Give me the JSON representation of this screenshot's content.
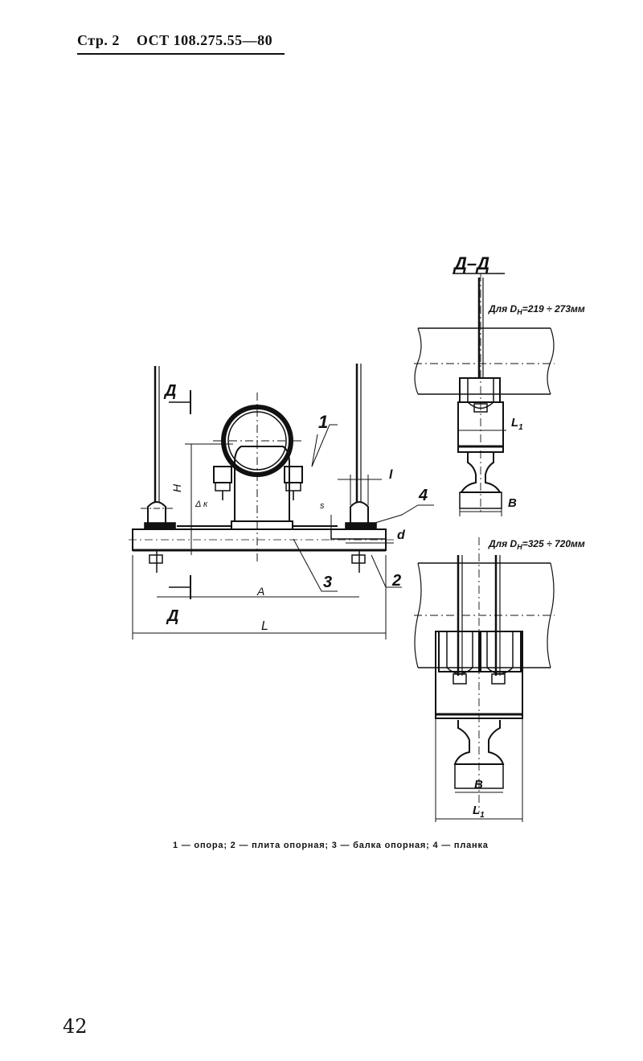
{
  "header": {
    "page": "Стр. 2",
    "standard": "ОСТ 108.275.55—80"
  },
  "labels": {
    "section": "Д–Д",
    "cut_top": "Д",
    "cut_bottom": "Д",
    "note_small": "Для D",
    "note_small_sub": "Н",
    "note_small_range": "=219 ÷ 273мм",
    "note_large": "Для D",
    "note_large_sub": "Н",
    "note_large_range": "=325 ÷ 720мм",
    "dim_H": "H",
    "dim_A": "A",
    "dim_L": "L",
    "dim_l": "l",
    "dim_s": "s",
    "dim_d": "d",
    "dim_dk": "Δ к",
    "dim_L1_top": "L",
    "dim_L1_bottom": "L",
    "L1_sub": "1",
    "dim_B_top": "B",
    "dim_B_bottom": "B",
    "pos1": "1",
    "pos2": "2",
    "pos3": "3",
    "pos4": "4"
  },
  "caption": "1 — опора;  2 — плита опорная;  3 — балка опорная;  4 — планка",
  "page_number": "42"
}
